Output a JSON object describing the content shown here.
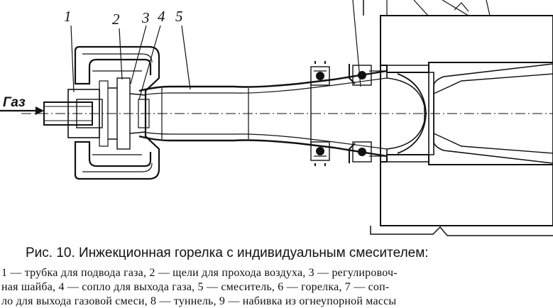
{
  "figure": {
    "gas_inlet_label": "Газ",
    "callouts": [
      "1",
      "2",
      "3",
      "4",
      "5"
    ]
  },
  "caption": {
    "title": "Рис. 10. Инжекционная горелка с индивидуальным смесителем:",
    "legend_lines": [
      "1 — трубка для подвода газа, 2 — щели для прохода воздуха, 3 — регулировоч-",
      "ная шайба, 4 — сопло для выхода газа, 5 — смеситель, 6 — горелка, 7 — соп-",
      "ло для выхода газовой смеси, 8 — туннель, 9 — набивка из огнеупорной массы"
    ]
  }
}
